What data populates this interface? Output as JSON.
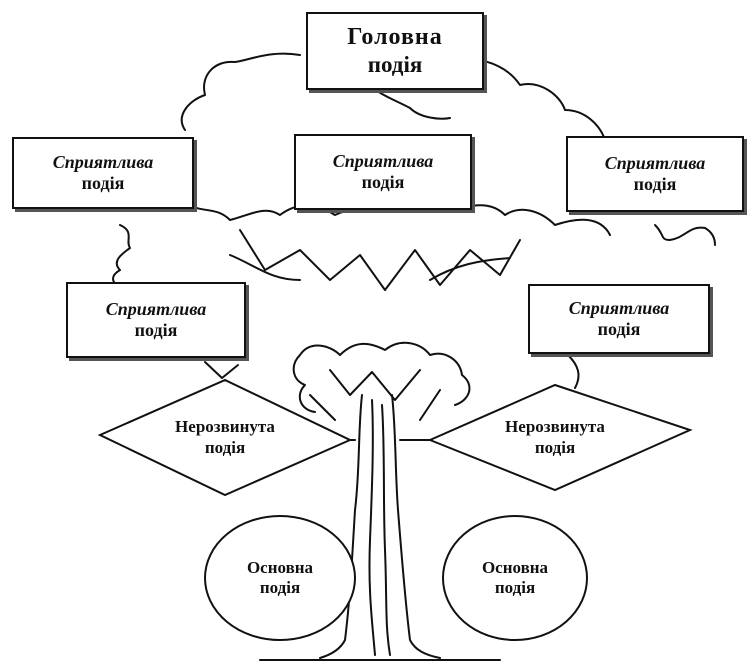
{
  "diagram": {
    "main_event": {
      "line1": "Головна",
      "line2": "подія"
    },
    "contributing_events": [
      {
        "line1": "Сприятлива",
        "line2": "подія"
      },
      {
        "line1": "Сприятлива",
        "line2": "подія"
      },
      {
        "line1": "Сприятлива",
        "line2": "подія"
      },
      {
        "line1": "Сприятлива",
        "line2": "подія"
      },
      {
        "line1": "Сприятлива",
        "line2": "подія"
      }
    ],
    "undeveloped_events": [
      {
        "line1": "Нерозвинута",
        "line2": "подія"
      },
      {
        "line1": "Нерозвинута",
        "line2": "подія"
      }
    ],
    "basic_events": [
      {
        "line1": "Основна",
        "line2": "подія"
      },
      {
        "line1": "Основна",
        "line2": "подія"
      }
    ]
  }
}
